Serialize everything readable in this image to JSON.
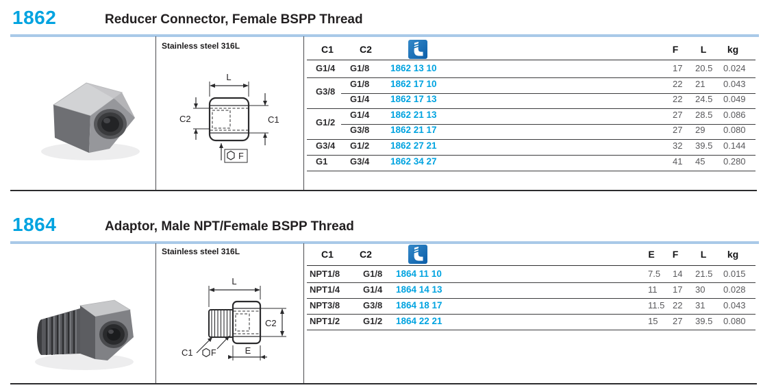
{
  "colors": {
    "accent_cyan": "#00a3e0",
    "rule_blue": "#a9c9e8",
    "logo_blue": "#1172b8",
    "value_gray": "#58585b",
    "text_dark": "#232022"
  },
  "sections": [
    {
      "code": "1862",
      "title": "Reducer Connector, Female BSPP Thread",
      "material": "Stainless steel 316L",
      "drawing_labels": {
        "l": "L",
        "c1": "C1",
        "c2": "C2",
        "f": "F"
      },
      "table": {
        "headers": {
          "c1": "C1",
          "c2": "C2",
          "f": "F",
          "l": "L",
          "kg": "kg"
        },
        "rows": [
          {
            "c1": "G1/4",
            "c1_rowspan": 1,
            "c2": "G1/8",
            "part": "1862 13 10",
            "f": "17",
            "l": "20.5",
            "kg": "0.024"
          },
          {
            "c1": "G3/8",
            "c1_rowspan": 2,
            "c2": "G1/8",
            "part": "1862 17 10",
            "f": "22",
            "l": "21",
            "kg": "0.043"
          },
          {
            "c2": "G1/4",
            "part": "1862 17 13",
            "f": "22",
            "l": "24.5",
            "kg": "0.049"
          },
          {
            "c1": "G1/2",
            "c1_rowspan": 2,
            "c2": "G1/4",
            "part": "1862 21 13",
            "f": "27",
            "l": "28.5",
            "kg": "0.086"
          },
          {
            "c2": "G3/8",
            "part": "1862 21 17",
            "f": "27",
            "l": "29",
            "kg": "0.080"
          },
          {
            "c1": "G3/4",
            "c1_rowspan": 1,
            "c2": "G1/2",
            "part": "1862 27 21",
            "f": "32",
            "l": "39.5",
            "kg": "0.144"
          },
          {
            "c1": "G1",
            "c1_rowspan": 1,
            "c2": "G3/4",
            "part": "1862 34 27",
            "f": "41",
            "l": "45",
            "kg": "0.280"
          }
        ]
      }
    },
    {
      "code": "1864",
      "title": "Adaptor, Male NPT/Female BSPP Thread",
      "material": "Stainless steel 316L",
      "drawing_labels": {
        "l": "L",
        "c1": "C1",
        "c2": "C2",
        "f": "F",
        "e": "E"
      },
      "table": {
        "headers": {
          "c1": "C1",
          "c2": "C2",
          "e": "E",
          "f": "F",
          "l": "L",
          "kg": "kg"
        },
        "rows": [
          {
            "c1": "NPT1/8",
            "c2": "G1/8",
            "part": "1864 11 10",
            "e": "7.5",
            "f": "14",
            "l": "21.5",
            "kg": "0.015"
          },
          {
            "c1": "NPT1/4",
            "c2": "G1/4",
            "part": "1864 14 13",
            "e": "11",
            "f": "17",
            "l": "30",
            "kg": "0.028"
          },
          {
            "c1": "NPT3/8",
            "c2": "G3/8",
            "part": "1864 18 17",
            "e": "11.5",
            "f": "22",
            "l": "31",
            "kg": "0.043"
          },
          {
            "c1": "NPT1/2",
            "c2": "G1/2",
            "part": "1864 22 21",
            "e": "15",
            "f": "27",
            "l": "39.5",
            "kg": "0.080"
          }
        ]
      }
    }
  ]
}
